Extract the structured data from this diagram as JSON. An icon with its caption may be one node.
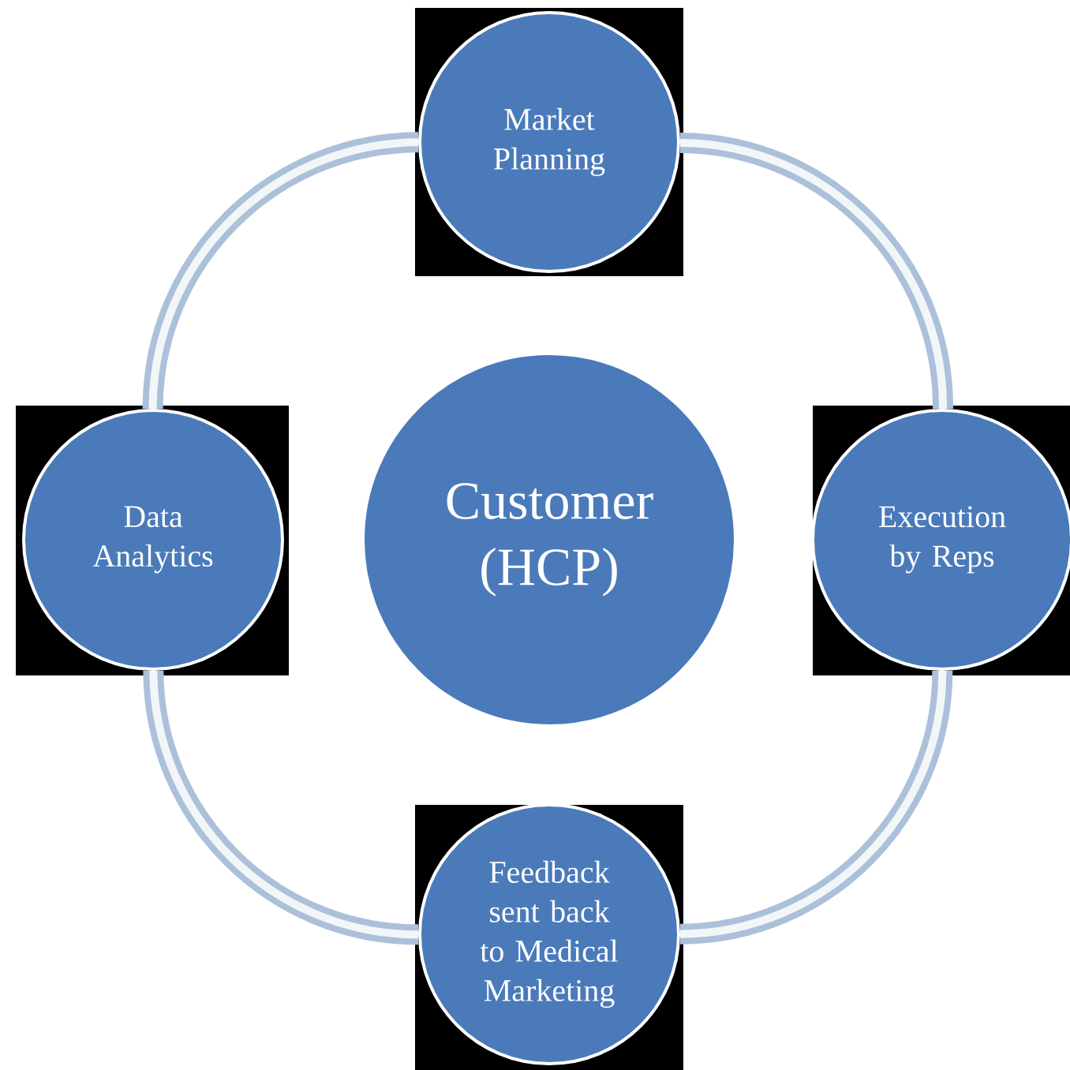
{
  "diagram": {
    "nodes": [
      {
        "text": [
          "Market Planning"
        ]
      },
      {
        "text": [
          "Data Analytics"
        ]
      },
      {
        "text": [
          "Customer (HCP)"
        ]
      },
      {
        "text": [
          "Execution by Reps"
        ]
      },
      {
        "text": [
          "Feedback sent back to Medical Marketing"
        ]
      }
    ],
    "edges": [
      {
        "from": 0,
        "to": 3,
        "arrow": "none"
      },
      {
        "from": 3,
        "to": 4,
        "arrow": "none"
      },
      {
        "from": 4,
        "to": 1,
        "arrow": "none"
      },
      {
        "from": 1,
        "to": 0,
        "arrow": "none"
      }
    ]
  }
}
